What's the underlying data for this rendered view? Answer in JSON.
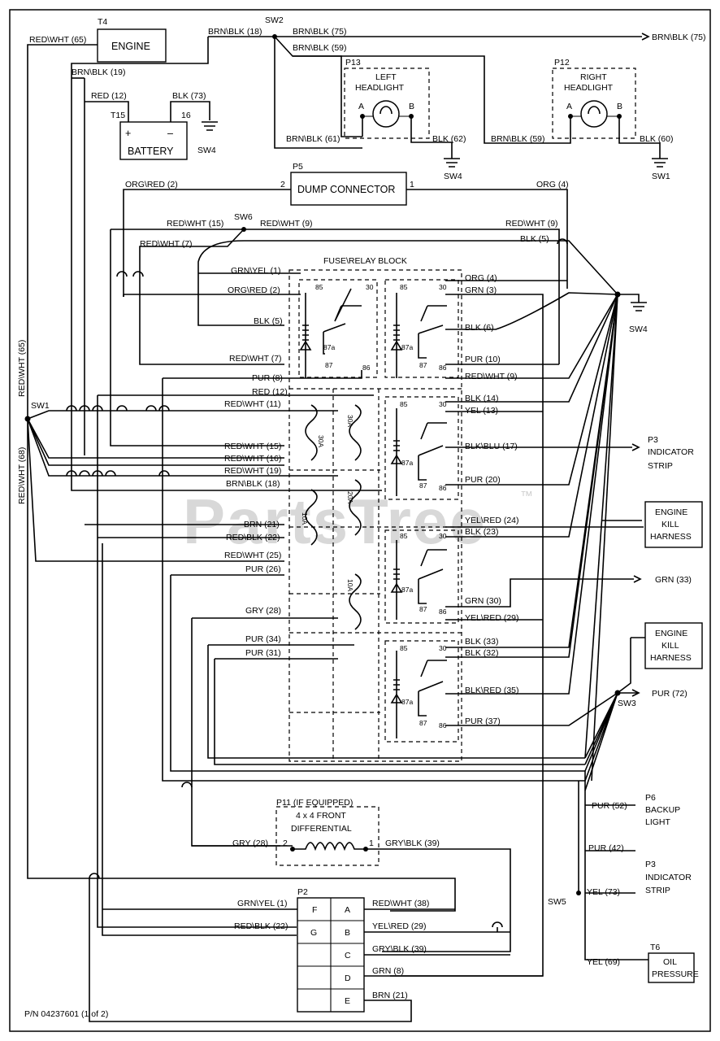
{
  "watermark": "PartsTree",
  "watermark_tm": "™",
  "footer": "P/N 04237601 (1 of 2)",
  "components": {
    "t4": {
      "ref": "T4",
      "name": "ENGINE"
    },
    "t15": {
      "ref": "T15",
      "name": "BATTERY",
      "pin16": "16",
      "plus": "+",
      "minus": "–"
    },
    "sw1": "SW1",
    "sw2": "SW2",
    "sw3": "SW3",
    "sw4": "SW4",
    "sw5": "SW5",
    "sw6": "SW6",
    "sw4_battery": "SW4",
    "sw4_left": "SW4",
    "sw1_right": "SW1",
    "sw4_block": "SW4",
    "p13": {
      "ref": "P13",
      "name1": "LEFT",
      "name2": "HEADLIGHT",
      "a": "A",
      "b": "B"
    },
    "p12": {
      "ref": "P12",
      "name1": "RIGHT",
      "name2": "HEADLIGHT",
      "a": "A",
      "b": "B"
    },
    "p5": {
      "ref": "P5",
      "name": "DUMP CONNECTOR",
      "pin1": "1",
      "pin2": "2"
    },
    "fuse_block": "FUSE\\RELAY BLOCK",
    "p3_top": {
      "ref": "P3",
      "name1": "INDICATOR",
      "name2": "STRIP"
    },
    "engine_kill_1": {
      "l1": "ENGINE",
      "l2": "KILL",
      "l3": "HARNESS"
    },
    "engine_kill_2": {
      "l1": "ENGINE",
      "l2": "KILL",
      "l3": "HARNESS"
    },
    "p11": {
      "l1": "P11 (IF EQUIPPED)",
      "l2": "4 x 4 FRONT",
      "l3": "DIFFERENTIAL",
      "pin1": "1",
      "pin2": "2"
    },
    "p6": {
      "ref": "P6",
      "l1": "BACKUP",
      "l2": "LIGHT"
    },
    "p3_bottom": {
      "ref": "P3",
      "l1": "INDICATOR",
      "l2": "STRIP"
    },
    "t6": {
      "ref": "T6",
      "l1": "OIL",
      "l2": "PRESSURE"
    },
    "p2": {
      "ref": "P2",
      "F": "F",
      "A": "A",
      "G": "G",
      "B": "B",
      "C": "C",
      "D": "D",
      "E": "E"
    }
  },
  "fuses": [
    "30A",
    "30A",
    "20A",
    "10A",
    "10A"
  ],
  "relay_pins": {
    "p85": "85",
    "p86": "86",
    "p87": "87",
    "p87a": "87a",
    "p30": "30"
  },
  "wires": {
    "redwht65_top": "RED\\WHT (65)",
    "brnblk18_top": "BRN\\BLK (18)",
    "brnblk75": "BRN\\BLK (75)",
    "brnblk59_top": "BRN\\BLK (59)",
    "brnblk75_out": "BRN\\BLK (75)",
    "brnblk19": "BRN\\BLK (19)",
    "red12_batt": "RED (12)",
    "blk73": "BLK (73)",
    "brnblk61": "BRN\\BLK (61)",
    "blk62": "BLK (62)",
    "brnblk59": "BRN\\BLK (59)",
    "blk60": "BLK (60)",
    "orgred2_top": "ORG\\RED (2)",
    "org4_top": "ORG (4)",
    "redwht15_top": "RED\\WHT (15)",
    "redwht9_top": "RED\\WHT (9)",
    "redwht9_right": "RED\\WHT (9)",
    "redwht7_top": "RED\\WHT (7)",
    "blk5_top": "BLK (5)",
    "grnyel1": "GRN\\YEL (1)",
    "orgred2": "ORG\\RED (2)",
    "blk5": "BLK (5)",
    "redwht7": "RED\\WHT (7)",
    "pur8": "PUR (8)",
    "org4": "ORG (4)",
    "grn3": "GRN (3)",
    "blk6": "BLK (6)",
    "pur10": "PUR (10)",
    "redwht9": "RED\\WHT (9)",
    "red12": "RED (12)",
    "redwht11": "RED\\WHT (11)",
    "redwht15": "RED\\WHT (15)",
    "redwht16": "RED\\WHT (16)",
    "redwht19": "RED\\WHT (19)",
    "brnblk18": "BRN\\BLK (18)",
    "brn21": "BRN (21)",
    "redblk22": "RED\\BLK (22)",
    "redwht25": "RED\\WHT (25)",
    "pur26": "PUR (26)",
    "gry28": "GRY (28)",
    "pur34": "PUR (34)",
    "pur31": "PUR (31)",
    "blk14": "BLK (14)",
    "yel13": "YEL (13)",
    "blkblu17": "BLK\\BLU (17)",
    "pur20": "PUR (20)",
    "yelred24": "YEL\\RED (24)",
    "blk23": "BLK (23)",
    "grn30": "GRN (30)",
    "yelred29": "YEL\\RED (29)",
    "grn33_out": "GRN (33)",
    "blk33": "BLK (33)",
    "blk32": "BLK (32)",
    "blkred35": "BLK\\RED (35)",
    "pur37": "PUR (37)",
    "pur72": "PUR (72)",
    "redwht65_side": "RED\\WHT (65)",
    "redwht68_side": "RED\\WHT (68)",
    "gry28_p11": "GRY (28)",
    "gryblk39_p11": "GRY\\BLK (39)",
    "pur52": "PUR (52)",
    "pur42": "PUR (42)",
    "yel73": "YEL (73)",
    "yel69": "YEL (69)",
    "grnyel1_p2": "GRN\\YEL (1)",
    "redblk22_p2": "RED\\BLK (22)",
    "redwht38": "RED\\WHT (38)",
    "yelred29_p2": "YEL\\RED (29)",
    "gryblk39_p2": "GRY\\BLK (39)",
    "grn8": "GRN (8)",
    "brn21_p2": "BRN (21)"
  }
}
